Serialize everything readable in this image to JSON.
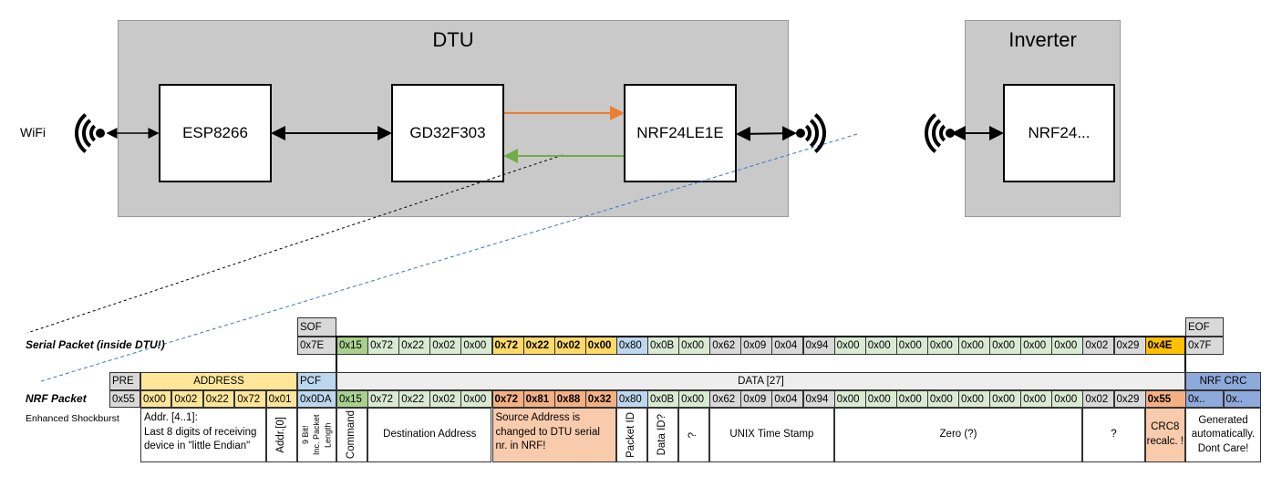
{
  "colors": {
    "green_dark": "#a9d08e",
    "green": "#d9ead3",
    "yellow": "#ffe699",
    "gold": "#ffd966",
    "orange": "#ffc000",
    "salmon": "#f4b084",
    "salmon_light": "#f8cbad",
    "blue": "#bdd7ee",
    "crc_blue": "#8ea9db",
    "gray": "#d9d9d9",
    "arrow_orange": "#ed7d31",
    "arrow_green": "#70ad47",
    "dash_blue": "#4472c4"
  },
  "diagram": {
    "wifi_label": "WiFi",
    "dtu": {
      "title": "DTU",
      "esp": "ESP8266",
      "gd": "GD32F303",
      "nrf": "NRF24LE1E"
    },
    "inverter": {
      "title": "Inverter",
      "nrf": "NRF24..."
    }
  },
  "serial": {
    "label": "Serial Packet (inside DTU!)",
    "sof_header": "SOF",
    "sof": "0x7E",
    "eof_header": "EOF",
    "eof": "0x7F",
    "bytes": [
      {
        "v": "0x15",
        "c": "green_dark"
      },
      {
        "v": "0x72",
        "c": "green"
      },
      {
        "v": "0x22",
        "c": "green"
      },
      {
        "v": "0x02",
        "c": "green"
      },
      {
        "v": "0x00",
        "c": "green"
      },
      {
        "v": "0x72",
        "c": "gold",
        "b": true
      },
      {
        "v": "0x22",
        "c": "gold",
        "b": true
      },
      {
        "v": "0x02",
        "c": "gold",
        "b": true
      },
      {
        "v": "0x00",
        "c": "gold",
        "b": true
      },
      {
        "v": "0x80",
        "c": "blue"
      },
      {
        "v": "0x0B",
        "c": "green"
      },
      {
        "v": "0x00",
        "c": "green"
      },
      {
        "v": "0x62",
        "c": "gray"
      },
      {
        "v": "0x09",
        "c": "gray"
      },
      {
        "v": "0x04",
        "c": "gray"
      },
      {
        "v": "0x94",
        "c": "gray"
      },
      {
        "v": "0x00",
        "c": "green"
      },
      {
        "v": "0x00",
        "c": "green"
      },
      {
        "v": "0x00",
        "c": "green"
      },
      {
        "v": "0x00",
        "c": "green"
      },
      {
        "v": "0x00",
        "c": "green"
      },
      {
        "v": "0x00",
        "c": "green"
      },
      {
        "v": "0x00",
        "c": "green"
      },
      {
        "v": "0x00",
        "c": "green"
      },
      {
        "v": "0x02",
        "c": "gray"
      },
      {
        "v": "0x29",
        "c": "gray"
      },
      {
        "v": "0x4E",
        "c": "orange",
        "b": true
      }
    ]
  },
  "nrf": {
    "label": "NRF Packet",
    "sublabel": "Enhanced Shockburst",
    "pre_header": "PRE",
    "pre": "0x55",
    "address_header": "ADDRESS",
    "address": [
      "0x00",
      "0x02",
      "0x22",
      "0x72",
      "0x01"
    ],
    "pcf_header": "PCF",
    "pcf": "0x0DA",
    "data_header": "DATA [27]",
    "crc_header": "NRF CRC",
    "crc": [
      "0x..",
      "0x.."
    ],
    "bytes": [
      {
        "v": "0x15",
        "c": "green_dark"
      },
      {
        "v": "0x72",
        "c": "green"
      },
      {
        "v": "0x22",
        "c": "green"
      },
      {
        "v": "0x02",
        "c": "green"
      },
      {
        "v": "0x00",
        "c": "green"
      },
      {
        "v": "0x72",
        "c": "salmon",
        "b": true
      },
      {
        "v": "0x81",
        "c": "salmon",
        "b": true
      },
      {
        "v": "0x88",
        "c": "salmon",
        "b": true
      },
      {
        "v": "0x32",
        "c": "salmon",
        "b": true
      },
      {
        "v": "0x80",
        "c": "blue"
      },
      {
        "v": "0x0B",
        "c": "green"
      },
      {
        "v": "0x00",
        "c": "green"
      },
      {
        "v": "0x62",
        "c": "gray"
      },
      {
        "v": "0x09",
        "c": "gray"
      },
      {
        "v": "0x04",
        "c": "gray"
      },
      {
        "v": "0x94",
        "c": "gray"
      },
      {
        "v": "0x00",
        "c": "green"
      },
      {
        "v": "0x00",
        "c": "green"
      },
      {
        "v": "0x00",
        "c": "green"
      },
      {
        "v": "0x00",
        "c": "green"
      },
      {
        "v": "0x00",
        "c": "green"
      },
      {
        "v": "0x00",
        "c": "green"
      },
      {
        "v": "0x00",
        "c": "green"
      },
      {
        "v": "0x00",
        "c": "green"
      },
      {
        "v": "0x02",
        "c": "gray"
      },
      {
        "v": "0x29",
        "c": "gray"
      },
      {
        "v": "0x55",
        "c": "salmon",
        "b": true
      }
    ],
    "descriptions": {
      "addr": "Addr. [4..1]:\nLast 8 digits of receiving device in \"little Endian\"",
      "addr0": "Addr.[0]",
      "pcf": "9 Bit!\nInc. Packet Length",
      "command": "Command",
      "dest": "Destination Address",
      "src": "Source Address is changed to DTU serial nr. in NRF!",
      "packet_id": "Packet ID",
      "data_id": "Data ID?",
      "q1": "?",
      "unix": "UNIX Time Stamp",
      "zero": "Zero (?)",
      "q2": "?",
      "crc8": "CRC8 recalc. !",
      "generated": "Generated automatically. Dont Care!"
    }
  }
}
